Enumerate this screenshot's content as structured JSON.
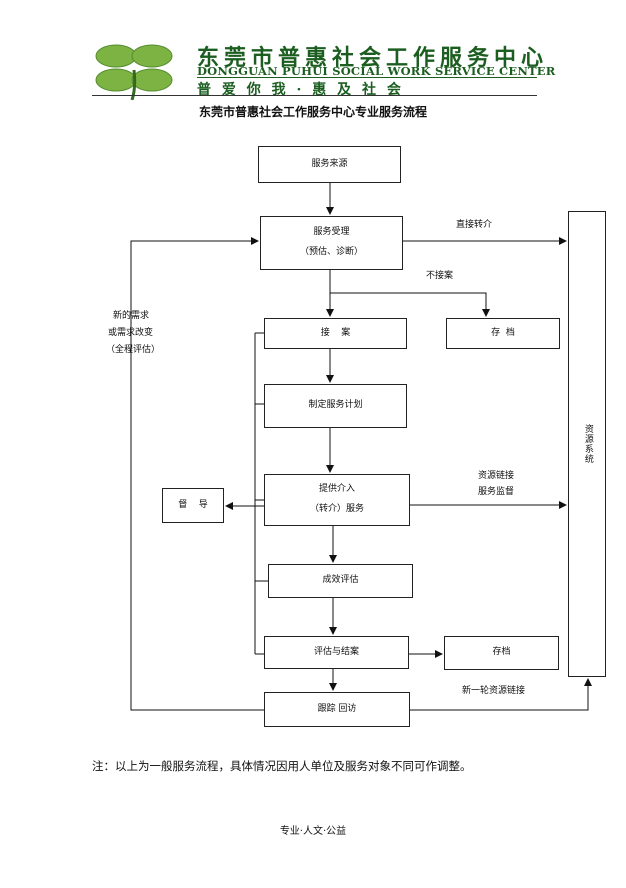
{
  "header": {
    "org_name_cn": "东莞市普惠社会工作服务中心",
    "org_name_en": "DONGGUAN PUHUI SOCIAL WORK SERVICE CENTER",
    "slogan": "普  爱  你  我  ·  惠  及  社  会",
    "logo_icon": "four-leaf-clover-icon",
    "brand_color": "#1b5e20"
  },
  "doc_title": "东莞市普惠社会工作服务中心专业服务流程",
  "nodes": {
    "source": "服务来源",
    "accept_line1": "服务受理",
    "accept_line2": "（预估、诊断）",
    "intake": "接    案",
    "archive1": "存  档",
    "plan": "制定服务计划",
    "intervene_line1": "提供介入",
    "intervene_line2": "（转介）服务",
    "supervise": "督    导",
    "outcome": "成效评估",
    "close": "评估与结案",
    "archive2": "存档",
    "followup": "跟踪 回访",
    "resource": "资源系统"
  },
  "edge_labels": {
    "direct_referral": "直接转介",
    "not_accepted": "不接案",
    "new_need_1": "新的需求",
    "new_need_2": "或需求改变",
    "new_need_3": "（全程评估）",
    "resource_link": "资源链接",
    "service_supervision": "服务监督",
    "new_round": "新一轮资源链接"
  },
  "note": "注：以上为一般服务流程，具体情况因用人单位及服务对象不同可作调整。",
  "footer": "专业·人文·公益"
}
